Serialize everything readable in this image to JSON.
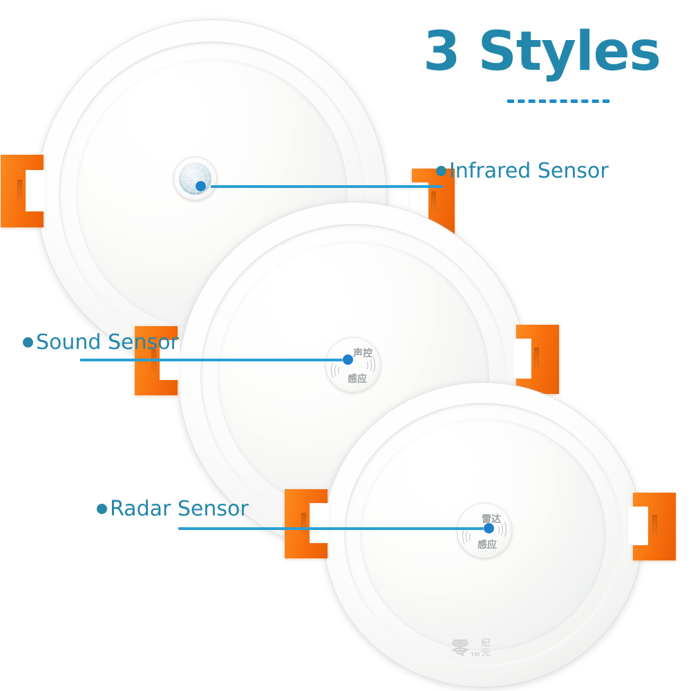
{
  "heading": {
    "title": "3 Styles"
  },
  "callouts": [
    {
      "id": "infrared",
      "label": "Infrared Sensor",
      "sensor_type": "pir-dome",
      "sensor_caption_top": "",
      "sensor_caption_bottom": ""
    },
    {
      "id": "sound",
      "label": "Sound Sensor",
      "sensor_type": "printed-disc",
      "sensor_caption_top": "声控",
      "sensor_caption_bottom": "感应"
    },
    {
      "id": "radar",
      "label": "Radar Sensor",
      "sensor_type": "printed-disc",
      "sensor_caption_top": "雷达",
      "sensor_caption_bottom": "感应"
    }
  ],
  "brand": {
    "mark": "零",
    "line1": "纪",
    "line2": "元",
    "trademark": "TM"
  },
  "colors": {
    "heading_teal": "#2387ab",
    "label_teal": "#2387ab",
    "bullet_teal": "#2a87a8",
    "leader_blue": "#2a9fd4",
    "leader_dot_blue": "#1f82c8",
    "dashed_rule_blue": "#1b8ccd",
    "clip_orange": "#f97c15",
    "clip_orange_dark": "#e85f06",
    "bezel_white": "#ffffff",
    "diffuser_white": "#f5f6f6",
    "pir_lens_blue_grey": "#c6d9e2",
    "background": "#ffffff"
  }
}
